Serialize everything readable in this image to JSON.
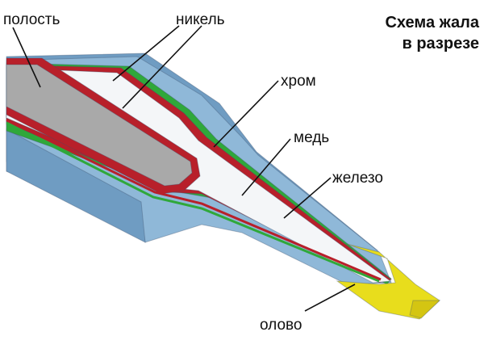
{
  "title": {
    "line1": "Схема жала",
    "line2": "в разрезе"
  },
  "labels": {
    "cavity": "полость",
    "nickel": "никель",
    "chrome": "хром",
    "copper": "медь",
    "iron": "железо",
    "tin": "олово"
  },
  "colors": {
    "chrome_layer": "#8fb8d8",
    "chrome_dark": "#6f9cc2",
    "nickel_layer": "#b8202a",
    "iron_layer": "#2fa83a",
    "copper_core": "#f4f6f8",
    "cavity": "#a9a9a9",
    "tin": "#e8dd1c"
  }
}
